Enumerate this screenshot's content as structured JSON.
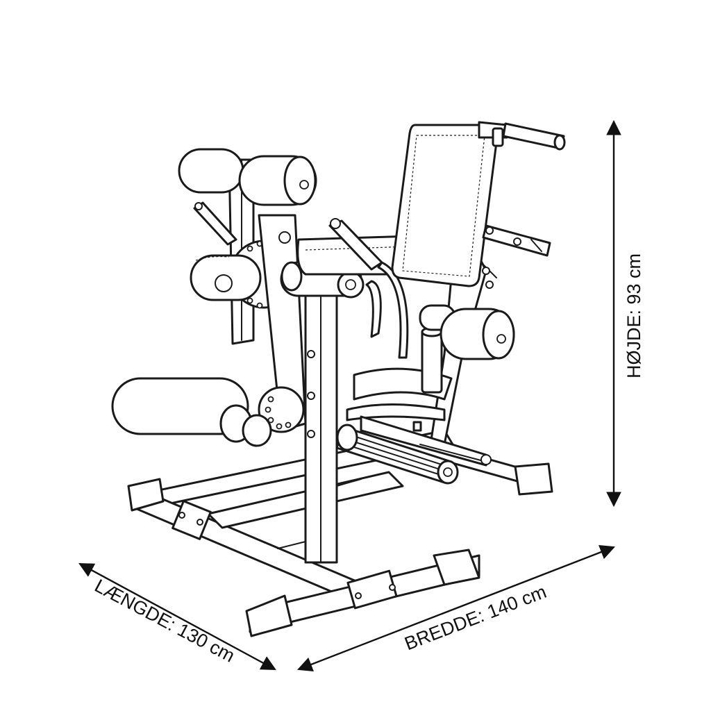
{
  "dimensions": {
    "height": "HØJDE: 93 cm",
    "length": "LÆNGDE: 130 cm",
    "width": "BREDDE: 140 cm"
  },
  "colors": {
    "ink": "#1a1a1a",
    "background": "#ffffff"
  }
}
